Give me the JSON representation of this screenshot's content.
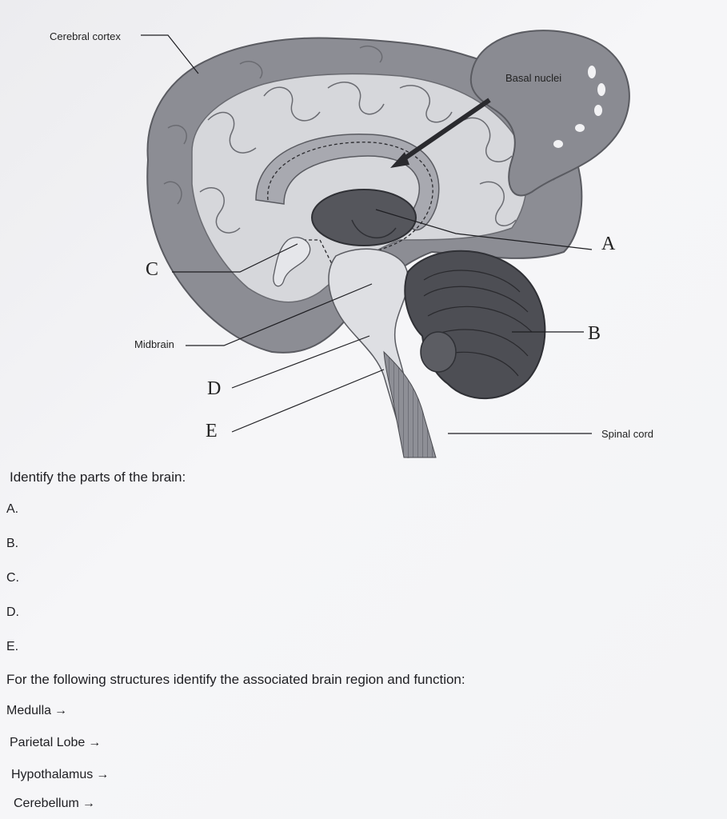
{
  "diagram": {
    "labels": {
      "cerebral_cortex": "Cerebral cortex",
      "basal_nuclei": "Basal nuclei",
      "midbrain": "Midbrain",
      "spinal_cord": "Spinal cord",
      "a": "A",
      "b": "B",
      "c": "C",
      "d": "D",
      "e": "E"
    }
  },
  "question1": {
    "title": "Identify the parts of the brain:",
    "items": [
      "A.",
      "B.",
      "C.",
      "D.",
      "E."
    ]
  },
  "question2": {
    "title": "For the following structures identify the associated brain region and function:",
    "arrow": "→",
    "structures": [
      "Medulla",
      "Parietal Lobe",
      "Hypothalamus",
      "Cerebellum"
    ]
  }
}
